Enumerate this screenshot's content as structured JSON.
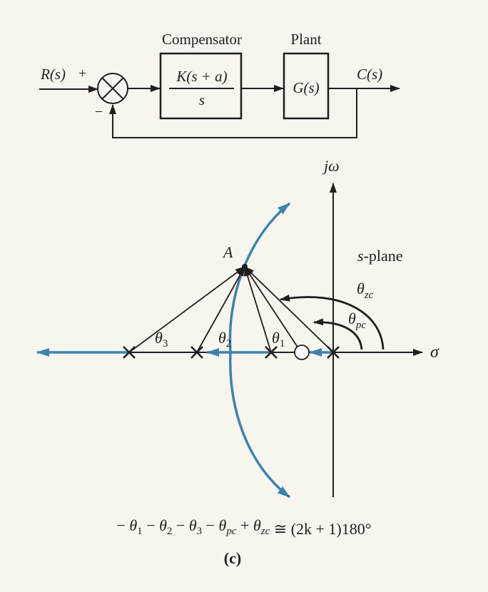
{
  "block_diagram": {
    "input_label": "R(s)",
    "plus_sign": "+",
    "minus_sign": "−",
    "compensator_title": "Compensator",
    "compensator_numerator": "K(s + a)",
    "compensator_denominator": "s",
    "plant_title": "Plant",
    "plant_label": "G(s)",
    "output_label": "C(s)"
  },
  "root_locus": {
    "imag_axis_label": "jω",
    "real_axis_label": "σ",
    "plane_label_var": "s",
    "plane_label_rest": "-plane",
    "point_label": "A",
    "theta": "θ",
    "sub_1": "1",
    "sub_2": "2",
    "sub_3": "3",
    "sub_zc": "zc",
    "sub_pc": "pc"
  },
  "equation": {
    "rhs": "≅ (2k + 1)180°"
  },
  "caption": "(c)",
  "colors": {
    "background": "#f8f4ee",
    "ink": "#1f1f1f",
    "locus": "#3b83ad"
  }
}
